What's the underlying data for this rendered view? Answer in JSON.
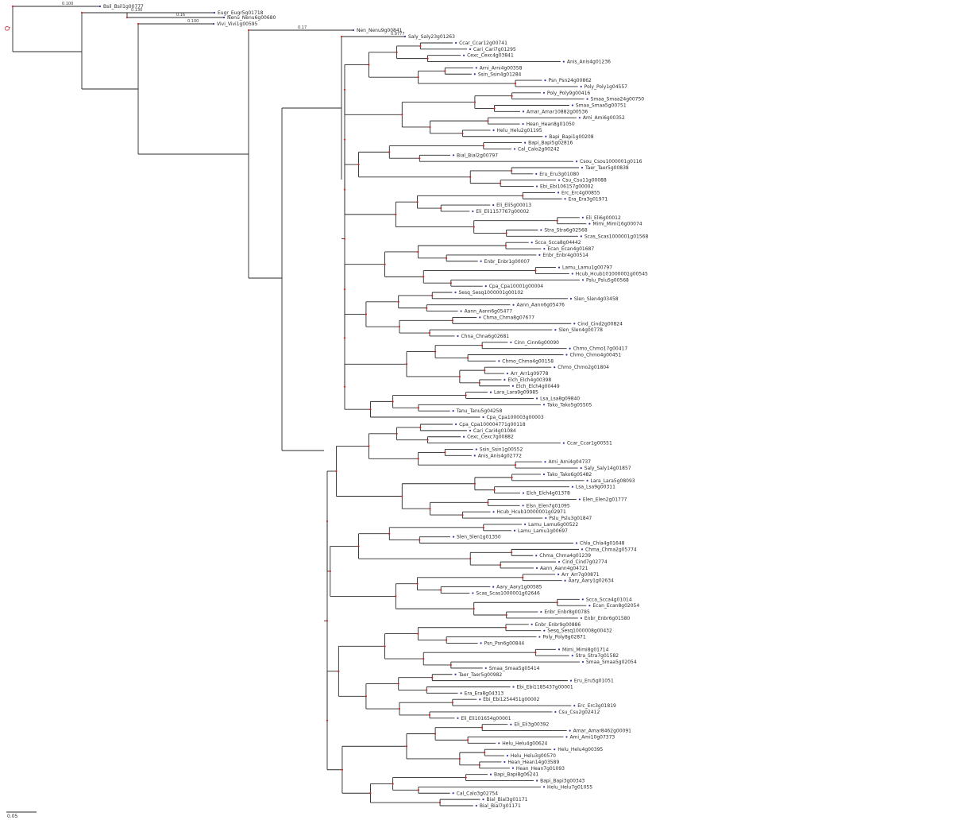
{
  "tree": {
    "root_label": "Q",
    "scale_bar_label": "0.05",
    "colors": {
      "branch": "#2a2a2a",
      "node_marker": "#cc2222",
      "leaf_marker": "#2d3aa0"
    },
    "outgroup_leaves": [
      {
        "label": "Bsil_Bsil1g00777",
        "support": "0.100"
      },
      {
        "label": "Eugr_Eugr5g01718",
        "support": "0.130"
      },
      {
        "label": "Nenu_Nenu6g00680",
        "support": "0.16"
      },
      {
        "label": "Vivi_Vivi1g00595",
        "support": "0.100"
      },
      {
        "label": "Nen_Nenu9g00841",
        "support": "0.17"
      },
      {
        "label": "Saly_Saly23g01263",
        "support": "0.9777"
      }
    ],
    "upper_block_leaves": [
      "Ccar_Ccar12g00741",
      "Cari_Cari7g01295",
      "Cexc_Cexc4g03841",
      "Anis_Anis4g01236",
      "Arni_Arni4g00358",
      "Ssin_Ssin4g01284",
      "Psn_Psn24g00862",
      "Poly_Poly1g04557",
      "Poly_Poly9g00416",
      "Smaa_Smaa24g00750",
      "Smaa_Smaa5g00751",
      "Amar_Amar10882g00536",
      "Ami_Ami6g00352",
      "Hean_Hean8g01050",
      "Helu_Helu2g01195",
      "Bapi_Bapi1g00208",
      "Bapi_Bapi5g02816",
      "Cal_Calo2g00242",
      "Bial_Bial2g00797",
      "Csou_Csou1000001g0116",
      "Taer_Taer5g00838",
      "Eru_Eru3g01080",
      "Csu_Csu11g00088",
      "Ebi_Ebi106157g00002",
      "Erc_Erc4g00855",
      "Era_Era3g01971",
      "Eli_Eli5g00013",
      "Eli_Eli1157767g00002",
      "Eli_Eli6g00012",
      "Mimi_Mimi16g00074",
      "Stra_Stra6g02568",
      "Scas_Scas1000001g01568",
      "Scca_Scca8g04442",
      "Ecan_Ecan4g01687",
      "Enbr_Enbr4g00514",
      "Enbr_Enbr1g00007",
      "Lamu_Lamu1g00797",
      "Hcub_Hcub101000001g00545",
      "Pslu_Pslu5g00568",
      "Cpa_Cpa10001g00004",
      "Sesq_Sesq1000001g00102",
      "Slen_Slen4g03458",
      "Aann_Aann6g05476",
      "Aann_Aann6g05477",
      "Chma_Chma8g07677",
      "Cind_Cind2g00824",
      "Slen_Slen4g00778",
      "Chna_Chna6g02681",
      "Cinn_Cinn6g00090",
      "Chmo_Chmo17g00417",
      "Chmo_Chmo4g00451",
      "Chmo_Chmo4g00158",
      "Chmo_Chmo2g01804",
      "Arr_Arr1g09778",
      "Elch_Elch4g00398",
      "Elch_Elch4g00449",
      "Lara_Lara9g09985",
      "Lsa_Lsa8g09840",
      "Tako_Tako5g05505",
      "Tanu_Tanu5g04258",
      "Cpa_Cpa100003g00003"
    ],
    "lower_block_leaves": [
      "Cpa_Cpa100004771g00118",
      "Cari_Cari4g01084",
      "Cexc_Cexc7g00882",
      "Ccar_Ccar1g00551",
      "Ssin_Ssin1g00552",
      "Anis_Anis4g02772",
      "Arni_Arni4g04737",
      "Saly_Saly14g01857",
      "Tako_Tako6g05482",
      "Lara_Lara5g08093",
      "Lsa_Lsa9g00311",
      "Elch_Elch4g01378",
      "Elen_Elen2g01777",
      "Elsn_Elen7g01095",
      "Hcub_Hcub10000001g02971",
      "Pslu_Pslu3g01847",
      "Lamu_Lamu6g00522",
      "Lamu_Lamu1g00697",
      "Slen_Slen1g01350",
      "Chla_Chla4g01648",
      "Chma_Chma2g05774",
      "Chma_Chma4g01239",
      "Cind_Cind7g02774",
      "Aann_Aann4g04721",
      "Arr_Arr7g00871",
      "Aary_Aary1g02634",
      "Aary_Aary1g00585",
      "Scas_Scas1000001g02646",
      "Scca_Scca4g01014",
      "Ecan_Ecan8g02054",
      "Enbr_Enbr8g00785",
      "Enbr_Enbr6g01580",
      "Enbr_Enbr9g00886",
      "Sesq_Sesq1000008g00432",
      "Poly_Poly8g02871",
      "Psn_Psn6g00844",
      "Mimi_Mimi8g01714",
      "Stra_Stra7g01582",
      "Smaa_Smaa5g02054",
      "Smaa_Smaa5g05414",
      "Taer_Taer5g00982",
      "Eru_Eru5g01051",
      "Ebi_Ebi1185437g00001",
      "Era_Era8g04313",
      "Ebi_Ebi1254451g00002",
      "Erc_Erc3g01819",
      "Csu_Csu2g02412",
      "Eli_Eli101654g00001",
      "Eli_Eli3g00392",
      "Amar_Amar8462g00091",
      "Ami_Ami10g07373",
      "Helu_Helu4g00624",
      "Helu_Helu4g00395",
      "Helu_Helu3g00570",
      "Hean_Hean14g03589",
      "Hean_Hean7g01093",
      "Bapi_Bapi8g06241",
      "Bapi_Bapi3g00343",
      "Helu_Helu7g01055",
      "Cal_Calo3g02754",
      "Bial_Bial3g01171",
      "Bial_Bial7g01171"
    ]
  }
}
